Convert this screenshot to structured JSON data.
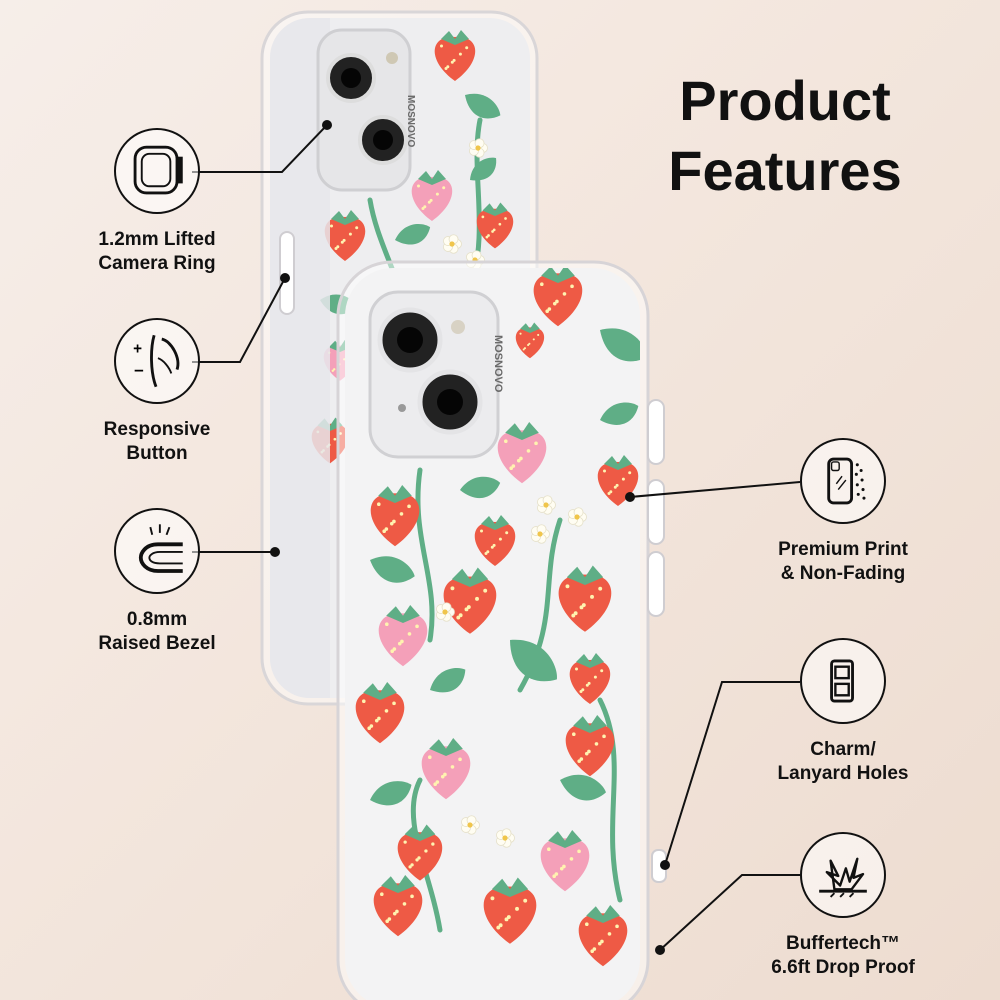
{
  "title": {
    "line1": "Product",
    "line2": "Features"
  },
  "brand": "MOSNOVO",
  "features_left": [
    {
      "line1": "1.2mm Lifted",
      "line2": "Camera Ring",
      "icon": "camera-ring-icon"
    },
    {
      "line1": "Responsive",
      "line2": "Button",
      "icon": "button-icon"
    },
    {
      "line1": "0.8mm",
      "line2": "Raised Bezel",
      "icon": "bezel-icon"
    }
  ],
  "features_right": [
    {
      "line1": "Premium Print",
      "line2": "& Non-Fading",
      "icon": "print-icon"
    },
    {
      "line1": "Charm/",
      "line2": "Lanyard Holes",
      "icon": "lanyard-hole-icon"
    },
    {
      "line1": "Buffertech™",
      "line2": "6.6ft Drop Proof",
      "icon": "drop-proof-icon"
    }
  ],
  "colors": {
    "strawberry_red": "#ee5a45",
    "strawberry_pink": "#f4a0b9",
    "leaf": "#5fae86",
    "text": "#111111"
  }
}
